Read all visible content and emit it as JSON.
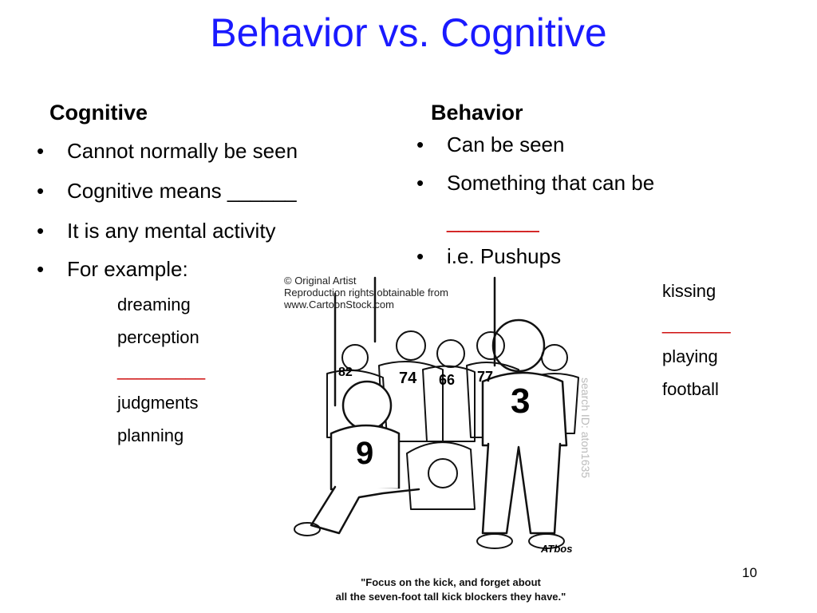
{
  "title": "Behavior vs. Cognitive",
  "cognitive": {
    "heading": "Cognitive",
    "bullets": [
      "Cannot normally be seen",
      "Cognitive means ______",
      "It is any mental activity",
      "For example:"
    ],
    "examples": [
      "dreaming",
      "perception",
      "_________",
      "judgments",
      "planning"
    ]
  },
  "behavior": {
    "heading": "Behavior",
    "bullets": [
      "Can be seen",
      "Something that can be",
      "i.e.  Pushups"
    ],
    "blank_line": "________",
    "examples": [
      "kissing",
      "_______",
      "playing",
      "football"
    ]
  },
  "cartoon": {
    "credit": "© Original Artist\nReproduction rights obtainable from\nwww.CartoonStock.com",
    "search_id": "search ID: aton1635",
    "jersey_numbers": [
      "82",
      "74",
      "66",
      "77",
      "3",
      "9"
    ],
    "signature": "ATbos",
    "caption_line1": "\"Focus on the kick, and forget about",
    "caption_line2": "all the seven-foot tall kick blockers they have.\""
  },
  "page_number": "10"
}
